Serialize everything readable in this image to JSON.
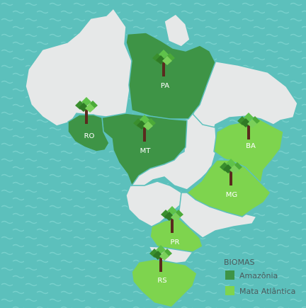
{
  "colors": {
    "ocean": "#5cc0bc",
    "wave": "#78d0cc",
    "land": "#e6e8e8",
    "border": "#5cc0bc",
    "amazonia": "#3e9446",
    "mata_atlantica": "#7ed44e",
    "trunk": "#5a2a1e",
    "text": "#4a5a5c"
  },
  "states": [
    {
      "code": "PA",
      "biome": "amazonia"
    },
    {
      "code": "RO",
      "biome": "amazonia"
    },
    {
      "code": "MT",
      "biome": "amazonia"
    },
    {
      "code": "BA",
      "biome": "mata_atlantica"
    },
    {
      "code": "MG",
      "biome": "mata_atlantica"
    },
    {
      "code": "PR",
      "biome": "mata_atlantica"
    },
    {
      "code": "RS",
      "biome": "mata_atlantica"
    }
  ],
  "legend": {
    "title": "BIOMAS",
    "items": [
      {
        "label": "Amazônia",
        "color": "#3e9446"
      },
      {
        "label": "Mata Atlântica",
        "color": "#7ed44e"
      }
    ]
  },
  "icons": [
    "tree-icon"
  ]
}
